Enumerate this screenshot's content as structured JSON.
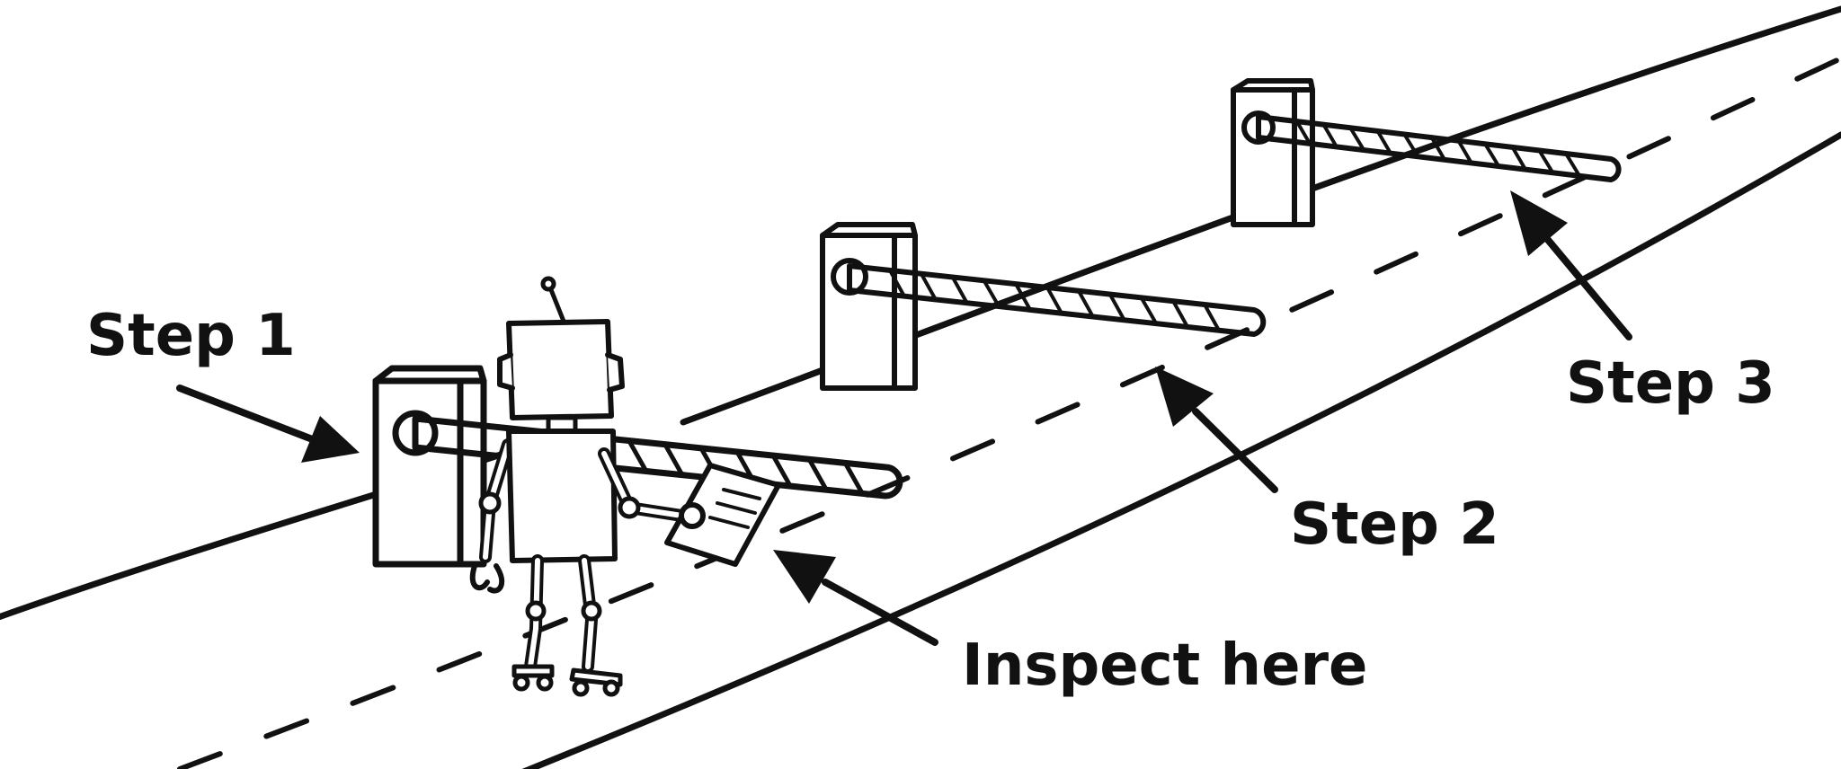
{
  "diagram": {
    "labels": {
      "step1": "Step 1",
      "step2": "Step 2",
      "step3": "Step 3",
      "inspect": "Inspect here"
    },
    "ink_color": "#111111",
    "background_color": "#ffffff"
  }
}
